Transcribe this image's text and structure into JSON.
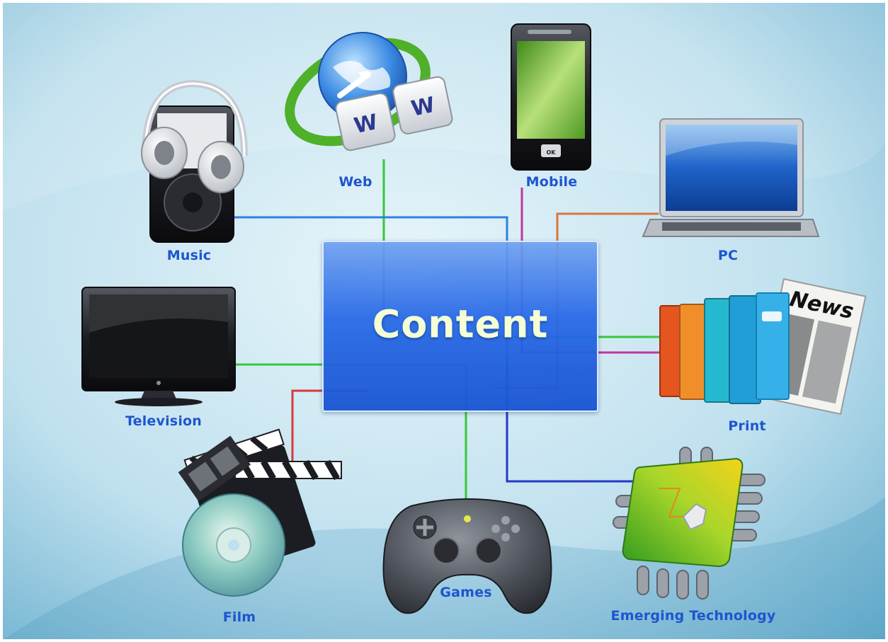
{
  "center": {
    "label": "Content"
  },
  "nodes": {
    "web": {
      "label": "Web",
      "key_letter": "W"
    },
    "mobile": {
      "label": "Mobile",
      "ok_label": "OK"
    },
    "music": {
      "label": "Music"
    },
    "pc": {
      "label": "PC"
    },
    "television": {
      "label": "Television"
    },
    "print": {
      "label": "Print",
      "newspaper_title": "News"
    },
    "film": {
      "label": "Film"
    },
    "games": {
      "label": "Games"
    },
    "emerging": {
      "label": "Emerging Technology"
    }
  },
  "connector_colors": {
    "web": "#35c83a",
    "mobile": "#c1369f",
    "music": "#2f7fe0",
    "pc": "#d8773a",
    "television": "#35c83a",
    "print_green": "#35c83a",
    "print_magenta": "#c1369f",
    "film": "#d63a3a",
    "games": "#35c83a",
    "emerging": "#2438c7"
  },
  "colors": {
    "background": "#bfe0ee",
    "label_text": "#1d55cf",
    "content_box": "#2a6fe3",
    "content_text": "#f4ffd6"
  }
}
